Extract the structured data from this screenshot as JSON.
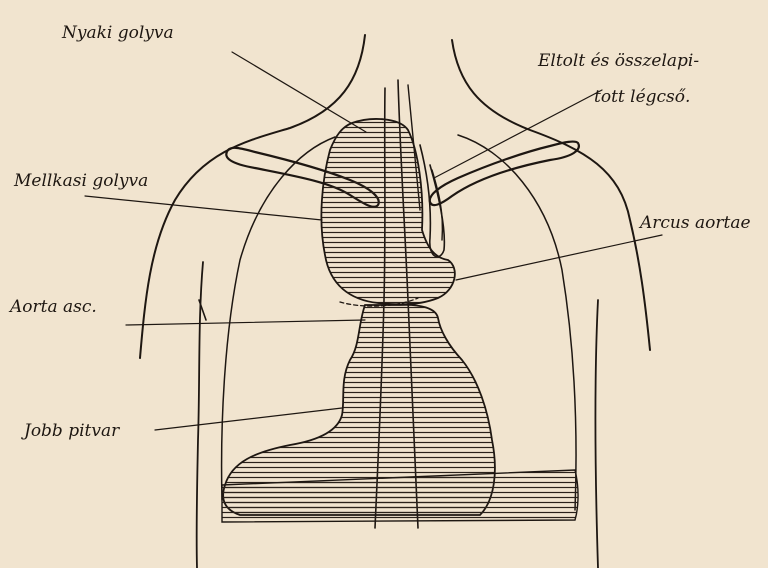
{
  "figure": {
    "labels": {
      "neck_goiter": "Nyaki golyva",
      "displaced_trachea_line1": "Eltolt és összelapi-",
      "displaced_trachea_line2": "tott légcső.",
      "thoracic_goiter": "Mellkasi golyva",
      "aortic_arch": "Arcus aortae",
      "ascending_aorta": "Aorta asc.",
      "right_atrium": "Jobb pitvar"
    }
  }
}
